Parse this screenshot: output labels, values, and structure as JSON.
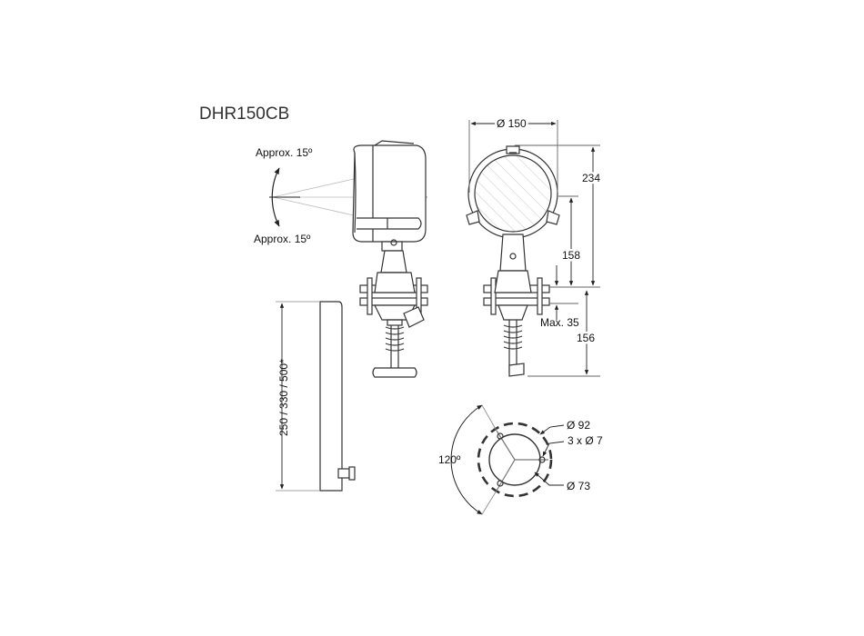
{
  "title": "DHR150CB",
  "angles": {
    "upper": "Approx. 15º",
    "lower": "Approx. 15º",
    "mount": "120º"
  },
  "dimensions": {
    "diameter_body": "Ø 150",
    "height_total": "234",
    "height_axis": "158",
    "max_base": "Max. 35",
    "handle_length": "156",
    "pole_length": "250 / 330 / 500*",
    "diameter_bolt_circle": "Ø 92",
    "holes": "3 x Ø 7",
    "diameter_center": "Ø 73"
  },
  "colors": {
    "line": "#333333",
    "dim": "#222222",
    "hatch": "#bfbfbf",
    "fill": "#ffffff"
  }
}
